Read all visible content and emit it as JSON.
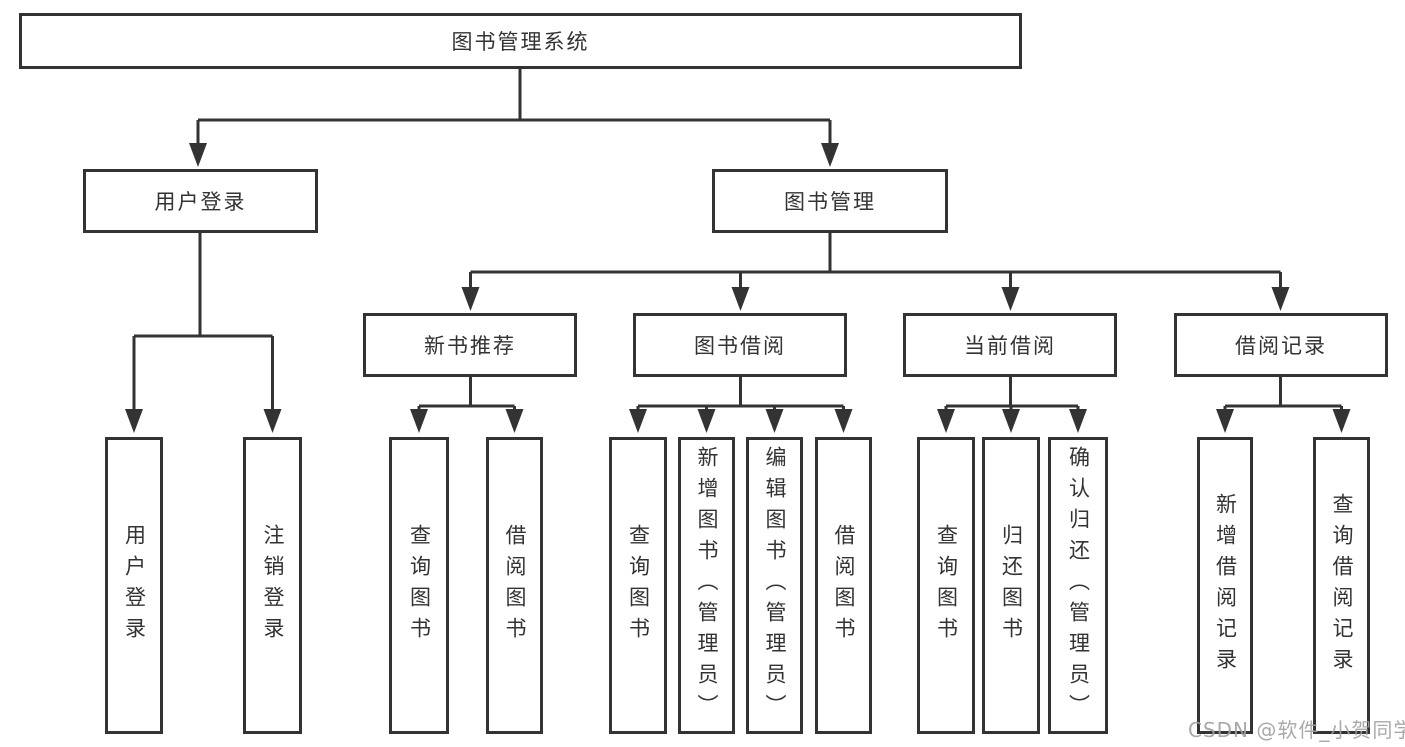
{
  "colors": {
    "line": "#333333",
    "text": "#333333",
    "box_background": "#ffffff",
    "background": "#ffffff",
    "watermark": "#a0a0a0"
  },
  "tree": {
    "label": "图书管理系统",
    "children": [
      {
        "label": "用户登录",
        "children": [
          {
            "label": "用户登录"
          },
          {
            "label": "注销登录"
          }
        ]
      },
      {
        "label": "图书管理",
        "children": [
          {
            "label": "新书推荐",
            "children": [
              {
                "label": "查询图书"
              },
              {
                "label": "借阅图书"
              }
            ]
          },
          {
            "label": "图书借阅",
            "children": [
              {
                "label": "查询图书"
              },
              {
                "label": "新增图书（管理员）"
              },
              {
                "label": "编辑图书（管理员）"
              },
              {
                "label": "借阅图书"
              }
            ]
          },
          {
            "label": "当前借阅",
            "children": [
              {
                "label": "查询图书"
              },
              {
                "label": "归还图书"
              },
              {
                "label": "确认归还（管理员）"
              }
            ]
          },
          {
            "label": "借阅记录",
            "children": [
              {
                "label": "新增借阅记录"
              },
              {
                "label": "查询借阅记录"
              }
            ]
          }
        ]
      }
    ]
  },
  "watermark": {
    "text": "CSDN @软件_小贺同学"
  }
}
